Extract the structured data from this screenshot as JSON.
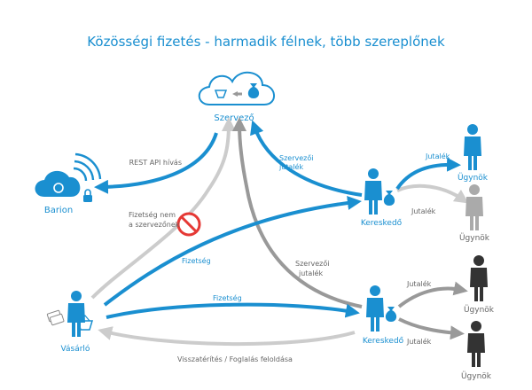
{
  "title": "Közösségi fizetés - harmadik félnek, több szereplőnek",
  "nodes": {
    "organizer": "Szervező",
    "barion": "Barion",
    "buyer": "Vásárló",
    "merchant_top": "Kereskedő",
    "merchant_bottom": "Kereskedő",
    "agent_1": "Ügynök",
    "agent_2": "Ügynök",
    "agent_3": "Ügynök",
    "agent_4": "Ügynök"
  },
  "edges": {
    "rest_api": "REST API hívás",
    "organizer_commission_top_1": "Szervezői",
    "organizer_commission_top_2": "jutalék",
    "organizer_commission_mid_1": "Szervezői",
    "organizer_commission_mid_2": "jutalék",
    "payment_not_organizer_1": "Fizetség nem",
    "payment_not_organizer_2": "a szervezőnek",
    "payment_top": "Fizetség",
    "payment_bottom": "Fizetség",
    "refund": "Visszatérítés  / Foglalás feloldása",
    "commission_1": "Jutalék",
    "commission_2": "Jutalék",
    "commission_3": "Jutalék",
    "commission_4": "Jutalék"
  },
  "colors": {
    "blue": "#1a8fd0",
    "gray": "#999999",
    "lightgray": "#cccccc",
    "dark": "#333333",
    "red": "#e53935"
  }
}
